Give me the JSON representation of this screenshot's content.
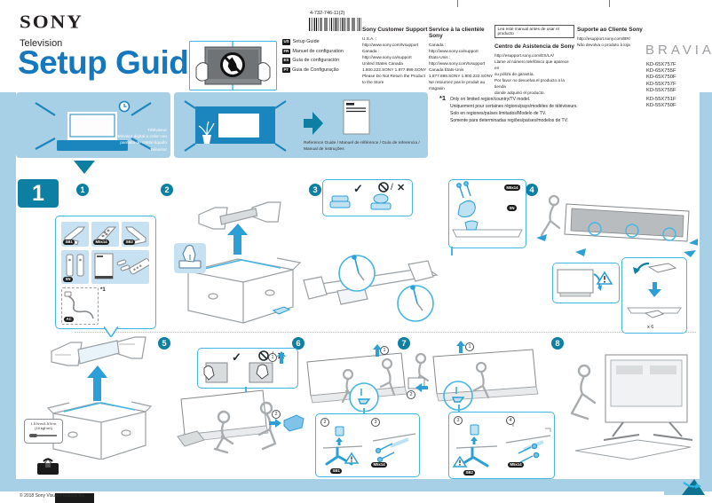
{
  "page": {
    "brand": "SONY",
    "product": "Television",
    "title": "Setup Guide",
    "part_number": "4-732-746-11(2)"
  },
  "languages": [
    {
      "code": "US",
      "label": "Setup Guide"
    },
    {
      "code": "FR",
      "label": "Manuel de configuration"
    },
    {
      "code": "ES",
      "label": "Guía de configuración"
    },
    {
      "code": "PT",
      "label": "Guia de Configuração"
    }
  ],
  "support_en": {
    "title": "Sony Customer Support",
    "l1": "U.S.A. :",
    "l2": "http://www.sony.com/tvsupport",
    "l3": "Canada :",
    "l4": "http://www.sony.ca/support",
    "l5": "United States    Canada",
    "l6": "1.800.222.SONY    1.877.899.SONY",
    "l7": "Please Do Not Return the Product to the Store"
  },
  "support_fr": {
    "title": "Service à la clientèle Sony",
    "l1": "Canada :",
    "l2": "http://www.sony.ca/support",
    "l3": "États-Unis :",
    "l4": "http://www.sony.com/tvsupport",
    "l5": "Canada    États-Unis",
    "l6": "1.877.899.SONY    1.800.222.SONY",
    "l7": "Ne retournez pas le produit au magasin"
  },
  "support_es": {
    "notice": "Lea este manual antes de usar el producto",
    "title": "Centro de Asistencia de Sony",
    "l1": "http://esupport.sony.com/ES/LA/",
    "l2": "Llame al número telefónico que aparece en",
    "l3": "su póliza de garantía.",
    "l4": "Por favor no devuelva el producto a la tienda",
    "l5": "donde adquirió el producto."
  },
  "support_pt": {
    "title": "Suporte ao Cliente Sony",
    "l1": "http://esupport.sony.com/BR/",
    "l2": "Não devolva o produto à loja"
  },
  "bravia": "BRAVIA",
  "models": [
    "KD-65X757F",
    "KD-65X755F",
    "KD-65X750F",
    "KD-55X757F",
    "KD-55X755F",
    "KD-55X751F",
    "KD-55X750F"
  ],
  "intro": {
    "tv_caption_l1": "Téléviseur",
    "tv_caption_l2": "Televisor digital a color con",
    "tv_caption_l3": "pantalla de cristal líquido",
    "tv_caption_l4": "Televisor",
    "ref_caption_l1": "Reference Guide / Manuel de référence / Guía de referencia /",
    "ref_caption_l2": "Manual de instruções"
  },
  "footnote": {
    "mark": "*1",
    "l1": "Only on limited region/country/TV model.",
    "l2": "Uniquement pour certaines régions/pays/modèles de téléviseurs.",
    "l3": "Solo en regiones/países limitados/Modelo de TV.",
    "l4": "Somente para determinadas regiões/países/modelos de TV."
  },
  "section": {
    "number": "1"
  },
  "steps": {
    "s1": "1",
    "s2": "2",
    "s3": "3",
    "s4": "4",
    "s5": "5",
    "s6": "6",
    "s7": "7",
    "s8": "8"
  },
  "subs": {
    "n1": "1",
    "n2": "2",
    "n3": "3",
    "n4": "4"
  },
  "parts": {
    "sb1": "SB1",
    "screws": "M5x14",
    "sb2": "SB2",
    "sn": "SN",
    "ac": "AC",
    "footnote_mark": "*1"
  },
  "marks": {
    "ok": "✓",
    "ng": "✕",
    "slash": "/"
  },
  "labels": {
    "x6": "x 6"
  },
  "torque": {
    "l1": "1.5 N·m/1.5 N·m",
    "l2": "{15 kgf·cm}"
  },
  "footer": {
    "copyright": "© 2018 Sony Visual Products Inc."
  },
  "colors": {
    "accent_teal": "#0c7fa2",
    "cyan_border": "#45b6e3",
    "room_blue": "#1a86bd",
    "frame_blue": "#a7cfe5",
    "title_blue": "#1577bd",
    "arrow_blue": "#2b9fd6"
  }
}
